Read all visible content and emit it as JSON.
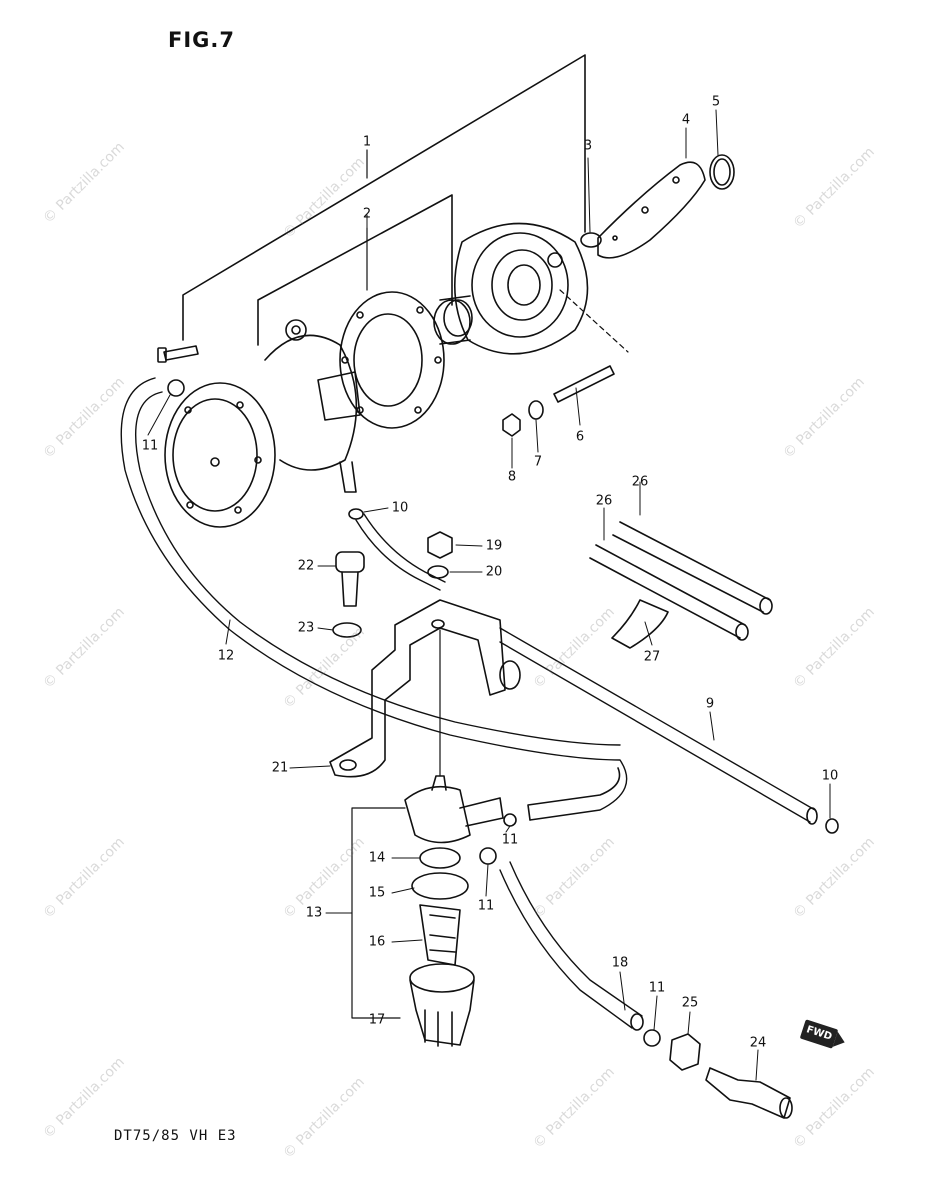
{
  "title": "FIG.7",
  "model": "DT75/85 VH E3",
  "fwd_label": "FWD",
  "watermark": "© Partzilla.com",
  "parts": [
    {
      "id": "1",
      "label": "1"
    },
    {
      "id": "2",
      "label": "2"
    },
    {
      "id": "3",
      "label": "3"
    },
    {
      "id": "4",
      "label": "4"
    },
    {
      "id": "5",
      "label": "5"
    },
    {
      "id": "6",
      "label": "6"
    },
    {
      "id": "7",
      "label": "7"
    },
    {
      "id": "8",
      "label": "8"
    },
    {
      "id": "9",
      "label": "9"
    },
    {
      "id": "10a",
      "label": "10"
    },
    {
      "id": "10b",
      "label": "10"
    },
    {
      "id": "11a",
      "label": "11"
    },
    {
      "id": "11b",
      "label": "11"
    },
    {
      "id": "11c",
      "label": "11"
    },
    {
      "id": "11d",
      "label": "11"
    },
    {
      "id": "12",
      "label": "12"
    },
    {
      "id": "13",
      "label": "13"
    },
    {
      "id": "14",
      "label": "14"
    },
    {
      "id": "15",
      "label": "15"
    },
    {
      "id": "16",
      "label": "16"
    },
    {
      "id": "17",
      "label": "17"
    },
    {
      "id": "18",
      "label": "18"
    },
    {
      "id": "19",
      "label": "19"
    },
    {
      "id": "20",
      "label": "20"
    },
    {
      "id": "21",
      "label": "21"
    },
    {
      "id": "22",
      "label": "22"
    },
    {
      "id": "23",
      "label": "23"
    },
    {
      "id": "24",
      "label": "24"
    },
    {
      "id": "25",
      "label": "25"
    },
    {
      "id": "26a",
      "label": "26"
    },
    {
      "id": "26b",
      "label": "26"
    },
    {
      "id": "27",
      "label": "27"
    }
  ]
}
